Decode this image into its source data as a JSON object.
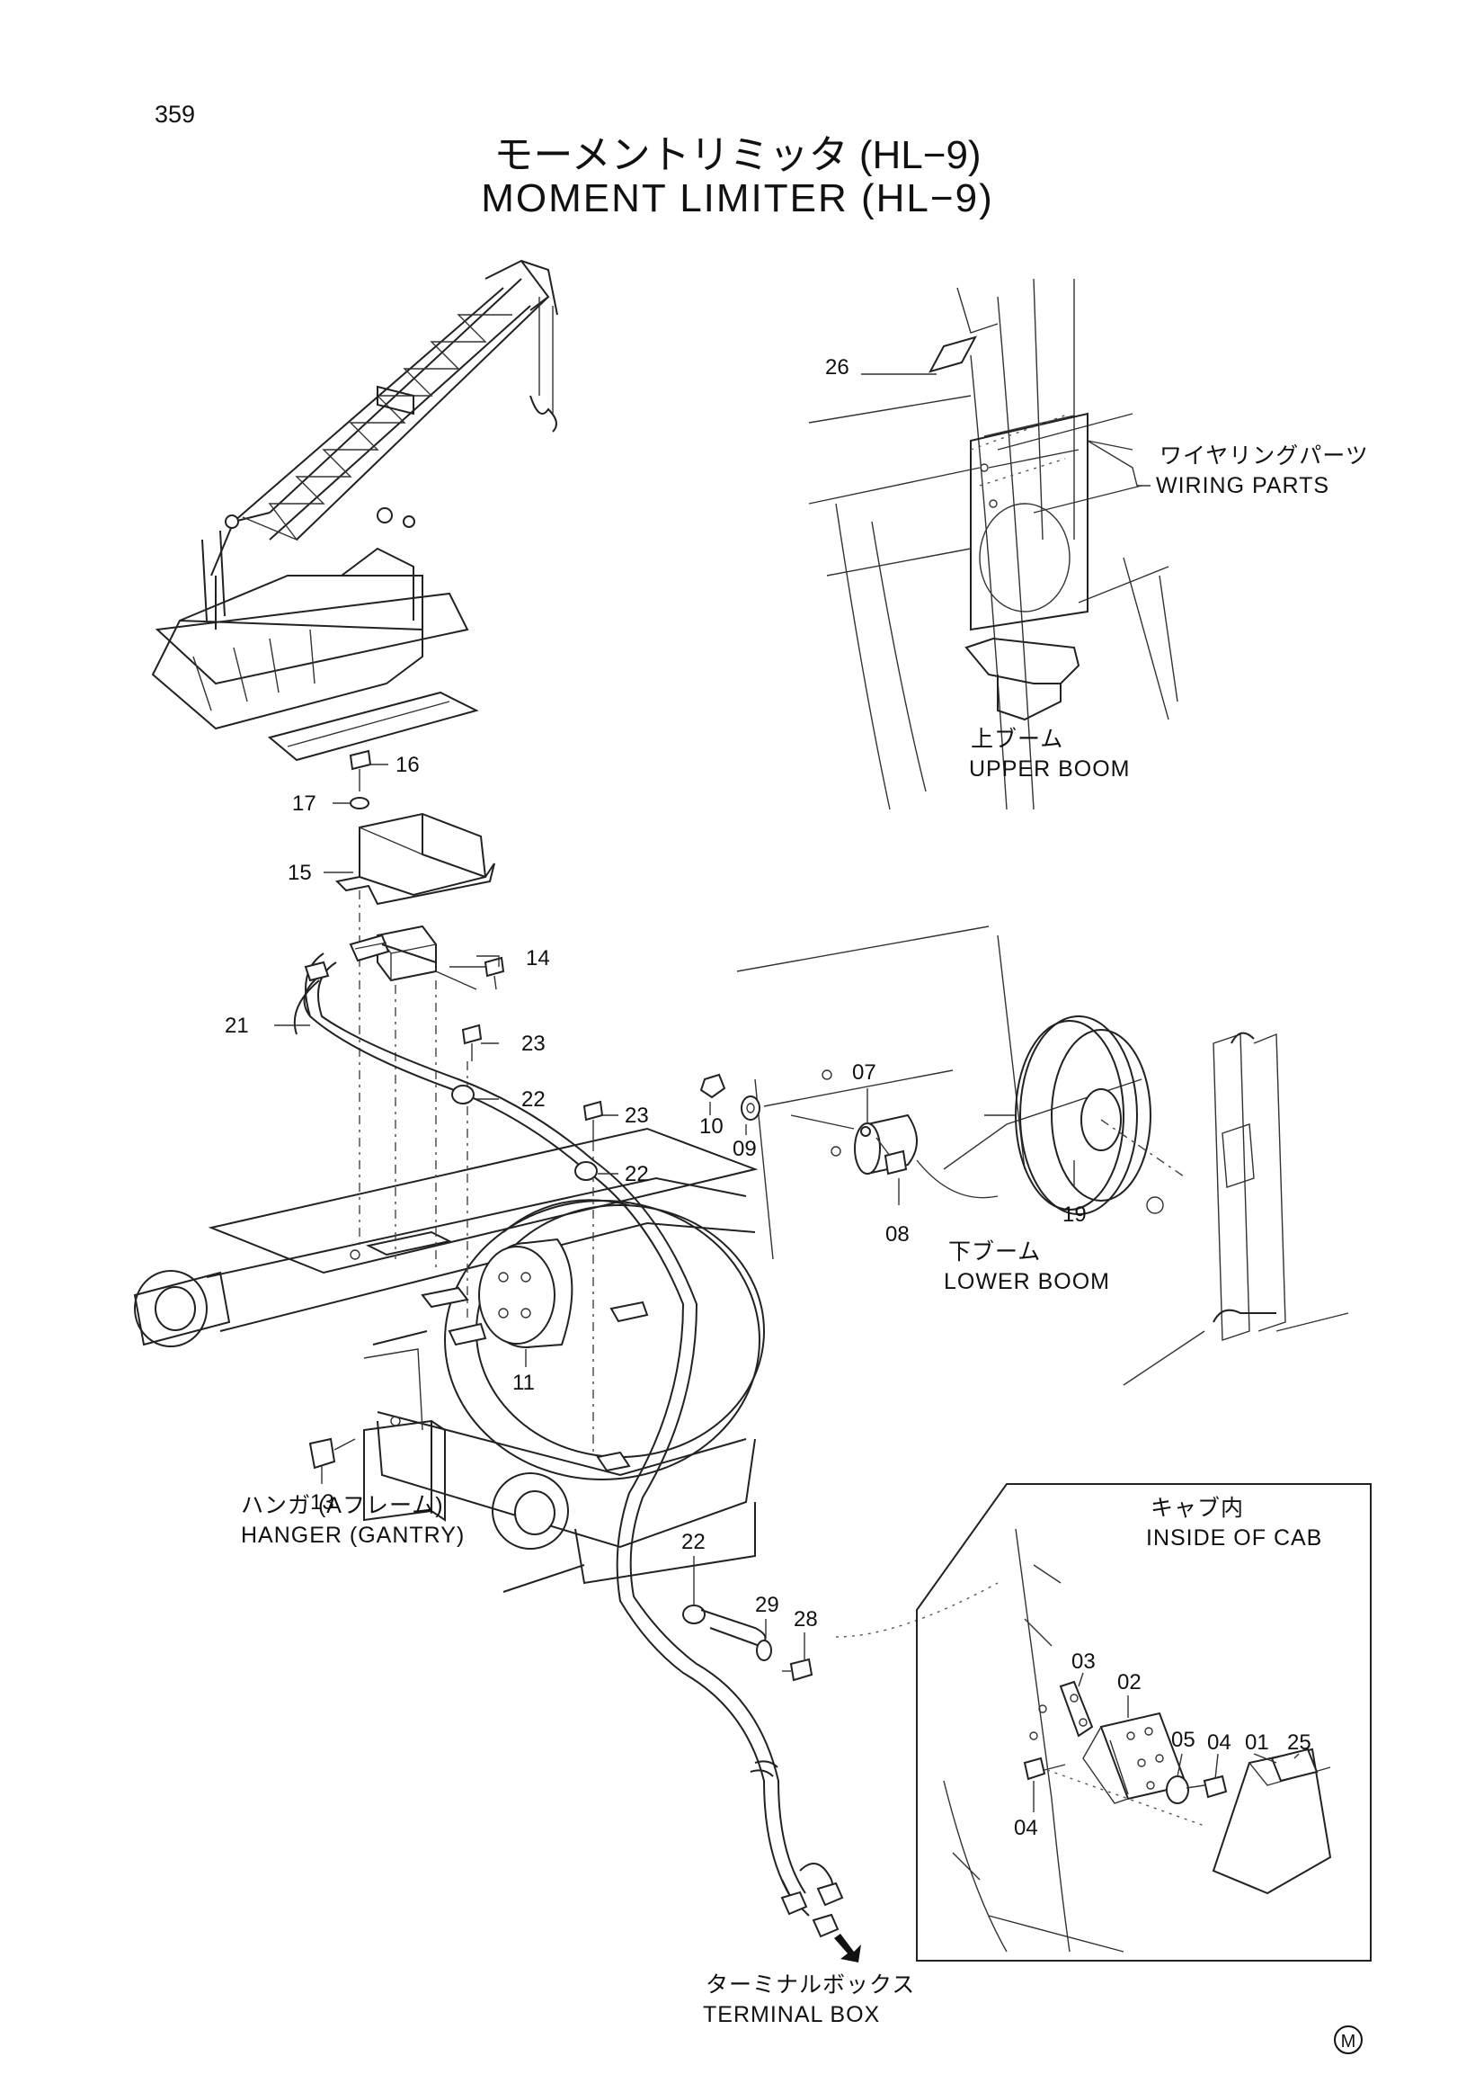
{
  "page_number": "359",
  "title_jp": "モーメントリミッタ (HL−9)",
  "title_en": "MOMENT LIMITER (HL−9)",
  "captions": {
    "wiring_jp": "ワイヤリングパーツ",
    "wiring_en": "WIRING PARTS",
    "upper_jp": "上ブーム",
    "upper_en": "UPPER BOOM",
    "lower_jp": "下ブーム",
    "lower_en": "LOWER BOOM",
    "hanger_jp": "ハンガ (Aフレーム)",
    "hanger_en": "HANGER (GANTRY)",
    "cab_jp": "キャブ内",
    "cab_en": "INSIDE OF CAB",
    "terminal_jp": "ターミナルボックス",
    "terminal_en": "TERMINAL BOX"
  },
  "callouts": {
    "c01": "01",
    "c02": "02",
    "c03": "03",
    "c04a": "04",
    "c04b": "04",
    "c05": "05",
    "c07": "07",
    "c08": "08",
    "c09": "09",
    "c10": "10",
    "c11": "11",
    "c13": "13",
    "c14": "14",
    "c15": "15",
    "c16": "16",
    "c17": "17",
    "c19": "19",
    "c21": "21",
    "c22a": "22",
    "c22b": "22",
    "c22c": "22",
    "c23a": "23",
    "c23b": "23",
    "c25": "25",
    "c26": "26",
    "c28": "28",
    "c29": "29"
  },
  "mark": "M"
}
